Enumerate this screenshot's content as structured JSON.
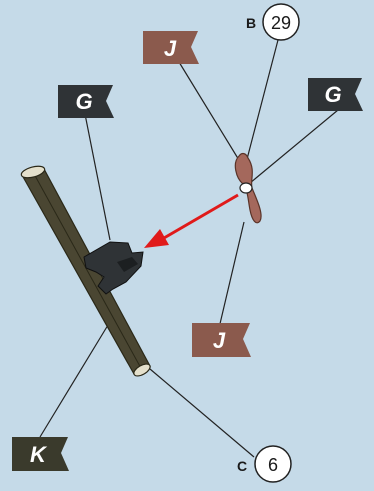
{
  "colors": {
    "background": "#c5dae8",
    "flag_dark": "#2f3336",
    "flag_brown": "#8b5a4d",
    "flag_olive": "#3a3a2c",
    "log": "#4a4632",
    "propeller": "#a4685c",
    "arrow": "#e01a1a",
    "line": "#222222"
  },
  "flags": [
    {
      "id": "flag-j-top",
      "letter": "J",
      "color": "#8b5a4d"
    },
    {
      "id": "flag-g-left",
      "letter": "G",
      "color": "#2f3336"
    },
    {
      "id": "flag-g-right",
      "letter": "G",
      "color": "#2f3336"
    },
    {
      "id": "flag-j-bottom",
      "letter": "J",
      "color": "#8b5a4d"
    },
    {
      "id": "flag-k",
      "letter": "K",
      "color": "#3a3a2c"
    }
  ],
  "markers": [
    {
      "id": "marker-b",
      "side_label": "B",
      "number": "29"
    },
    {
      "id": "marker-c",
      "side_label": "C",
      "number": "6"
    }
  ]
}
